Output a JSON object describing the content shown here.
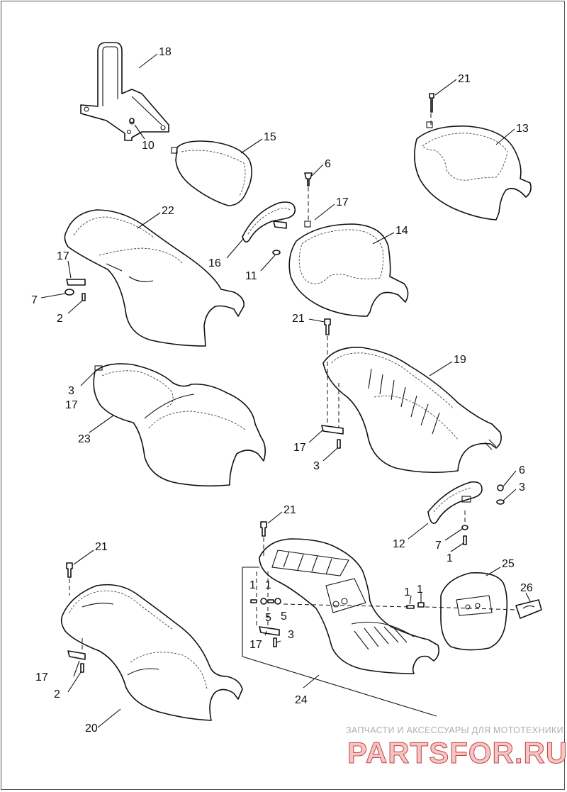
{
  "callouts": {
    "c18": "18",
    "c10": "10",
    "c15": "15",
    "c21a": "21",
    "c13": "13",
    "c6a": "6",
    "c17a": "17",
    "c14": "14",
    "c22": "22",
    "c16": "16",
    "c11": "11",
    "c17b": "17",
    "c7a": "7",
    "c2a": "2",
    "c21b": "21",
    "c19": "19",
    "c3a": "3",
    "c17c": "17",
    "c23": "23",
    "c17d": "17",
    "c3b": "3",
    "c6b": "6",
    "c3c": "3",
    "c12": "12",
    "c7b": "7",
    "c1a": "1",
    "c21c": "21",
    "c21d": "21",
    "c25": "25",
    "c26": "26",
    "c1b": "1",
    "c1c": "1",
    "c5a": "5",
    "c5b": "5",
    "c1d": "1",
    "c1e": "1",
    "c17e": "17",
    "c3d": "3",
    "c17f": "17",
    "c2b": "2",
    "c24": "24",
    "c20": "20"
  },
  "watermark": {
    "tagline": "ЗАПЧАСТИ И АКСЕССУАРЫ ДЛЯ МОТОТЕХНИКИ",
    "brand": "PARTSFOR.RU"
  },
  "colors": {
    "line": "#111111",
    "watermark_red": "#c94040",
    "watermark_gray": "#b0b0b0"
  }
}
